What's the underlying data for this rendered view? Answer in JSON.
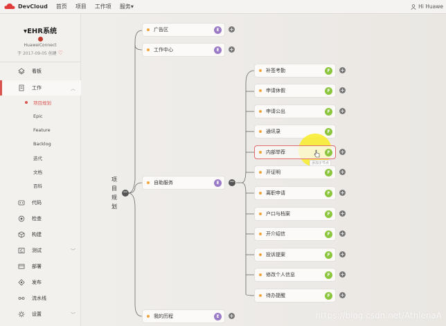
{
  "topbar": {
    "logo_text": "DevCloud",
    "nav": [
      "首页",
      "项目",
      "工作项",
      "服务"
    ],
    "nav_service_arrow": "▾",
    "user": "Hi Huawe"
  },
  "project": {
    "name": "EHR系统",
    "org": "HuaweiConnect",
    "date": "于 2017-09-05 创建"
  },
  "sidebar": {
    "items": [
      {
        "label": "看板",
        "icon": "dashboard-icon"
      },
      {
        "label": "工作",
        "icon": "document-icon",
        "chevron": "^"
      },
      {
        "label": "代码",
        "icon": "code-icon"
      },
      {
        "label": "检查",
        "icon": "check-icon"
      },
      {
        "label": "构建",
        "icon": "build-icon"
      },
      {
        "label": "测试",
        "icon": "test-icon",
        "chevron": "v"
      },
      {
        "label": "部署",
        "icon": "deploy-icon"
      },
      {
        "label": "发布",
        "icon": "release-icon"
      },
      {
        "label": "流水线",
        "icon": "pipeline-icon"
      },
      {
        "label": "设置",
        "icon": "settings-icon",
        "chevron": "v"
      }
    ],
    "subitems": [
      "项目规划",
      "Epic",
      "Feature",
      "Backlog",
      "迭代",
      "文档",
      "百科"
    ]
  },
  "mindmap": {
    "root": "项目规划",
    "level1": [
      {
        "label": "广告区",
        "badge": "E"
      },
      {
        "label": "工作中心",
        "badge": "E"
      },
      {
        "label": "自助服务",
        "badge": "E"
      },
      {
        "label": "我的历程",
        "badge": "E"
      }
    ],
    "level2": [
      {
        "label": "补签考勤",
        "badge": "F"
      },
      {
        "label": "申请休假",
        "badge": "F"
      },
      {
        "label": "申请公出",
        "badge": "F"
      },
      {
        "label": "通讯录",
        "badge": "F"
      },
      {
        "label": "内部举荐",
        "badge": "F"
      },
      {
        "label": "开证明",
        "badge": "F"
      },
      {
        "label": "离职申请",
        "badge": "F"
      },
      {
        "label": "户口与档案",
        "badge": "F"
      },
      {
        "label": "开介绍信",
        "badge": "F"
      },
      {
        "label": "投诉提案",
        "badge": "F"
      },
      {
        "label": "修改个人信息",
        "badge": "F"
      },
      {
        "label": "待办提醒",
        "badge": "F"
      }
    ],
    "tooltip": "添加子节点",
    "plus": "+",
    "minus": "−"
  },
  "watermark": "https://blog.csdn.net/AthlenaA",
  "colors": {
    "accent": "#d9534f",
    "badge_e": "#9b7bc8",
    "badge_f": "#8cc63f",
    "node_dot": "#f0a33a"
  }
}
